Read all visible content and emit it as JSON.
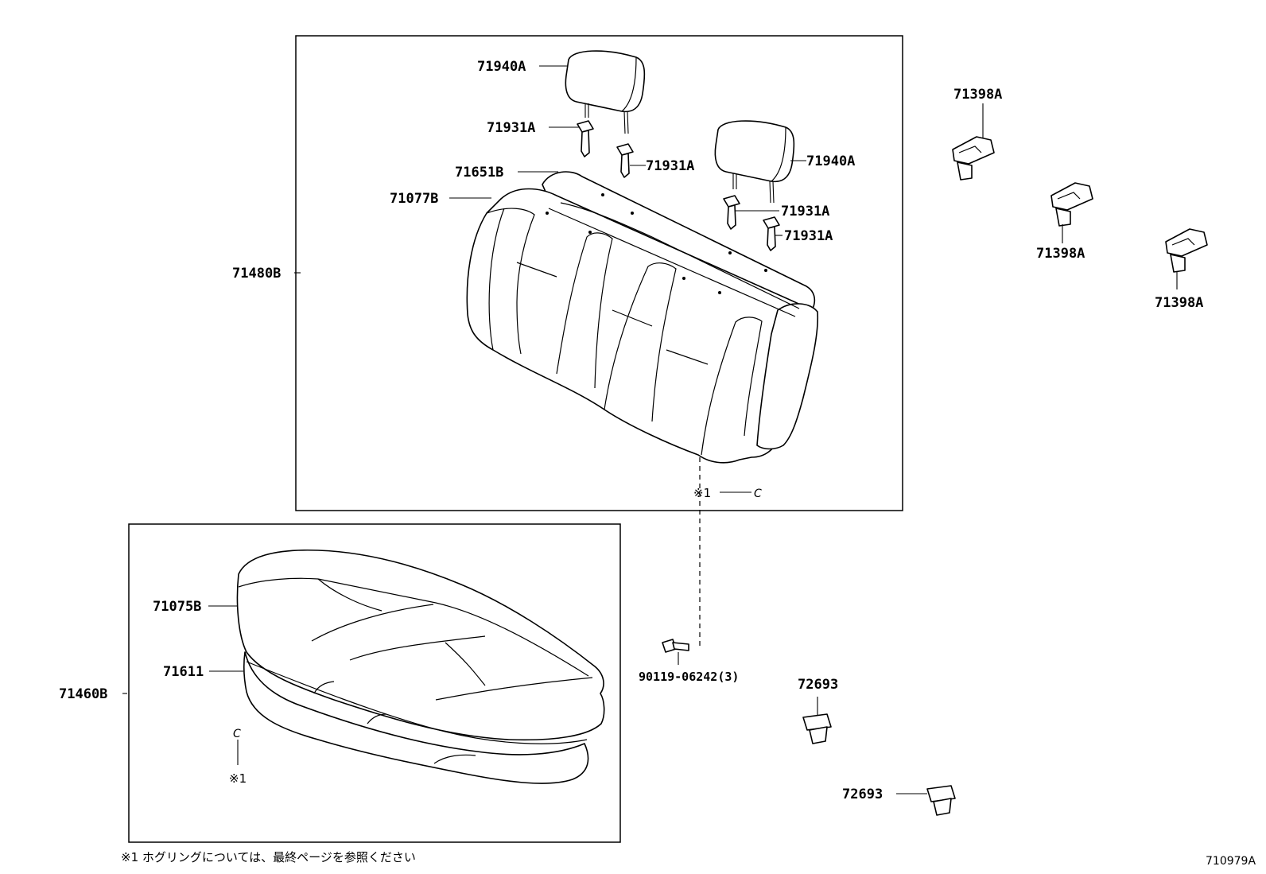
{
  "diagram": {
    "labels": {
      "headrest_left": "71940A",
      "headrest_right": "71940A",
      "support_1": "71931A",
      "support_2": "71931A",
      "support_3": "71931A",
      "support_4": "71931A",
      "back_frame": "71651B",
      "back_cover": "71077B",
      "back_assembly": "71480B",
      "cushion_cover": "71075B",
      "cushion_pad": "71611",
      "cushion_assembly": "71460B",
      "bolt": "90119-06242(3)",
      "clip_1": "72693",
      "clip_2": "72693",
      "hook_1": "71398A",
      "hook_2": "71398A",
      "hook_3": "71398A"
    },
    "callouts": {
      "back_mark": "※1",
      "back_ring": "C",
      "cushion_ring": "C",
      "cushion_mark": "※1"
    },
    "footnote": "※1  ホグリングについては、最終ページを参照ください",
    "figure_number": "710979A"
  }
}
